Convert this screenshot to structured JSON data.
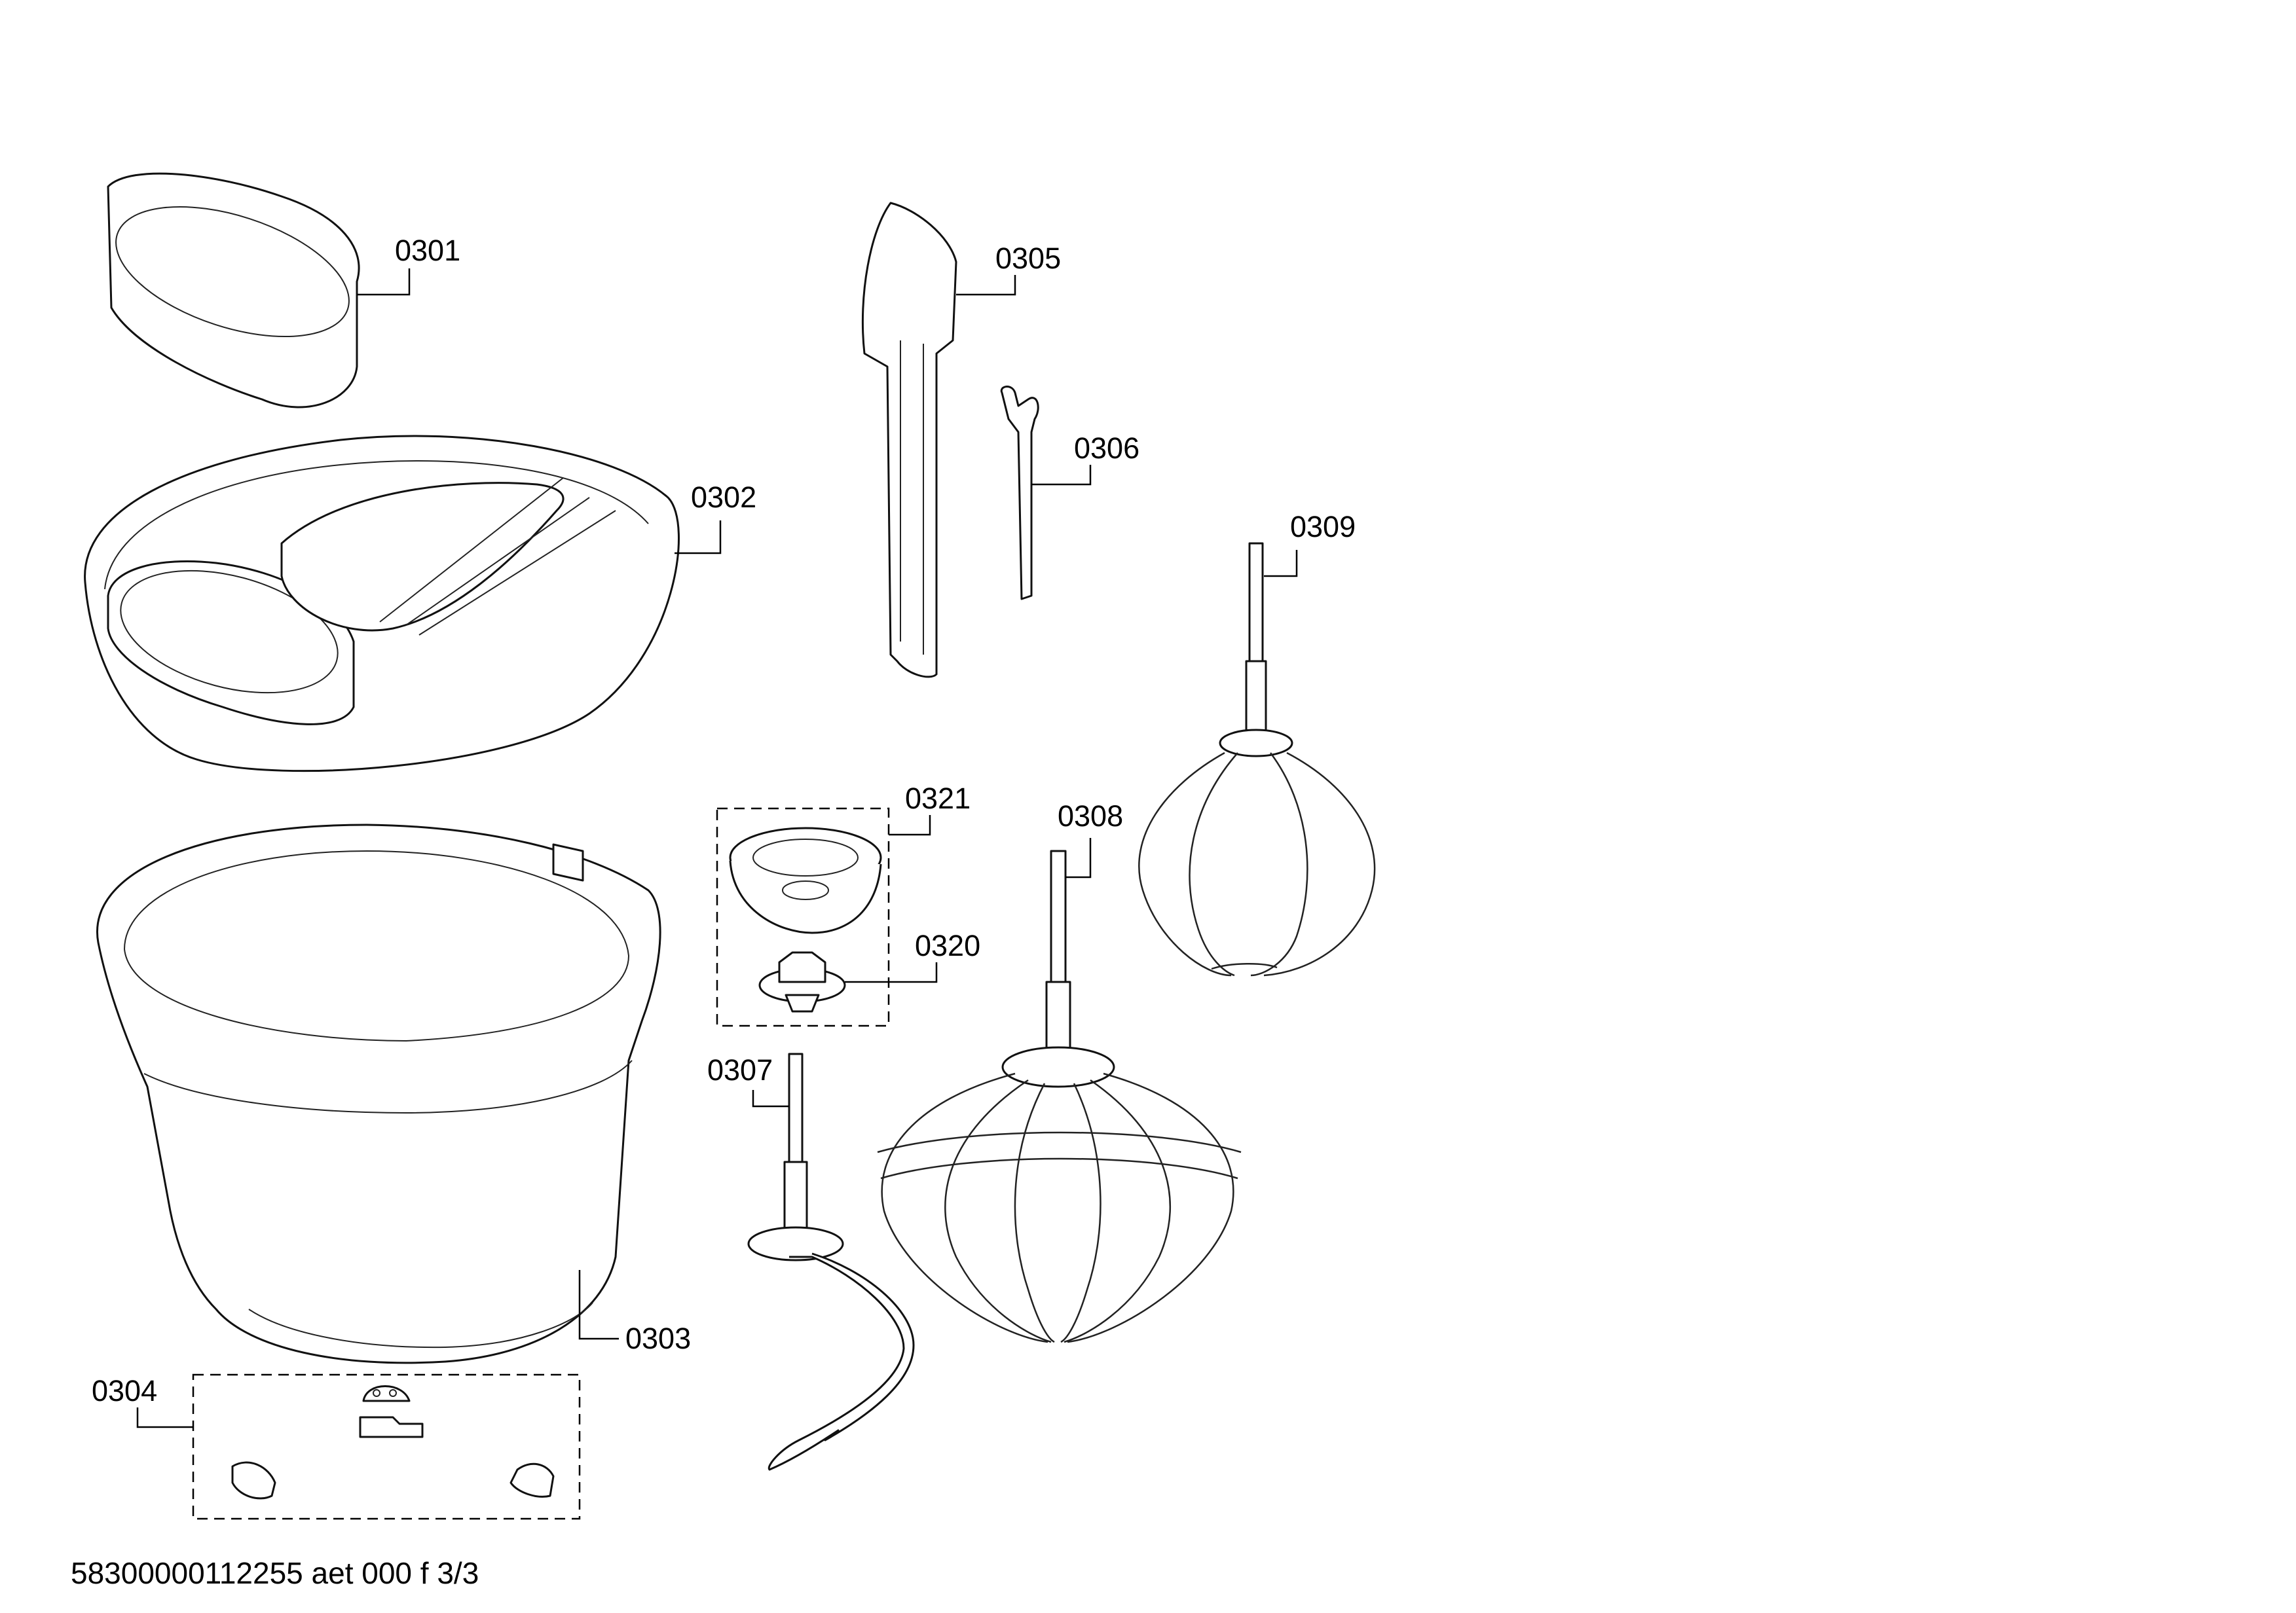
{
  "callouts": {
    "p0301": "0301",
    "p0302": "0302",
    "p0303": "0303",
    "p0304": "0304",
    "p0305": "0305",
    "p0306": "0306",
    "p0307": "0307",
    "p0308": "0308",
    "p0309": "0309",
    "p0320": "0320",
    "p0321": "0321"
  },
  "footer": {
    "doc_id": "58300000112255 aet 000 f 3/3"
  },
  "colors": {
    "line": "#111111",
    "background": "#ffffff"
  }
}
